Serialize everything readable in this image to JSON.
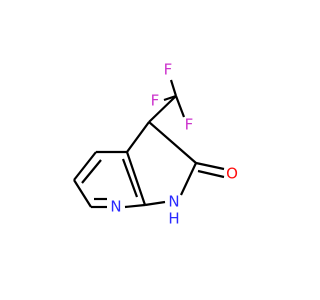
{
  "molecule": {
    "atoms": {
      "f_top": {
        "symbol": "F",
        "color": "#cc33cc"
      },
      "f_left": {
        "symbol": "F",
        "color": "#cc33cc"
      },
      "f_right": {
        "symbol": "F",
        "color": "#cc33cc"
      },
      "o": {
        "symbol": "O",
        "color": "#ff0d0d"
      },
      "n_pyridine": {
        "symbol": "N",
        "color": "#2a2aff"
      },
      "nh": {
        "symbol": "N",
        "color": "#2a2aff"
      },
      "nh_h": {
        "symbol": "H",
        "color": "#2a2aff"
      }
    },
    "bond_color": "#000000"
  }
}
